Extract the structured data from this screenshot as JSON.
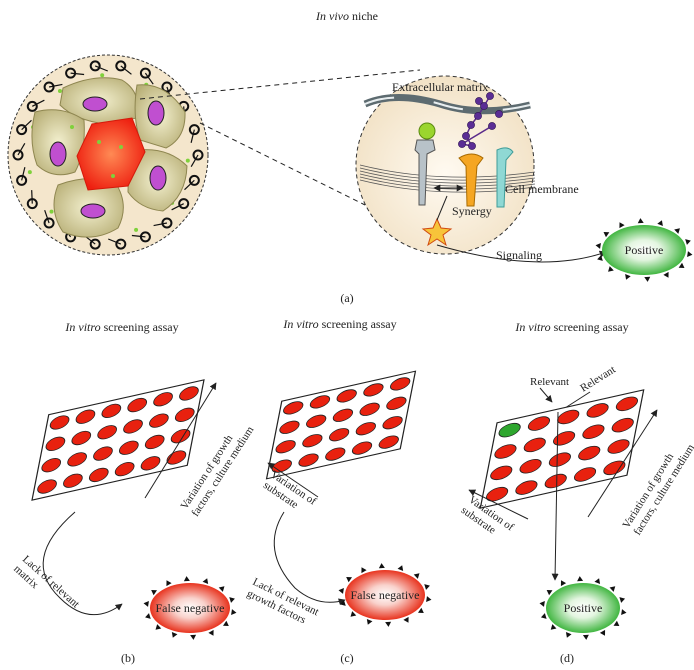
{
  "top": {
    "title_italic": "In vivo",
    "title_rest": " niche",
    "zoom": {
      "extracellular_matrix": "Extracellular matrix",
      "cell_membrane": "Cell membrane",
      "synergy": "Synergy",
      "signaling": "Signaling"
    },
    "outcome": "Positive",
    "panel_label": "(a)"
  },
  "panels": [
    {
      "title_italic": "In vitro",
      "title_rest": " screening assay",
      "axis_right": [
        "Variation of growth",
        "factors, culture medium"
      ],
      "missing": [
        "Lack of relevant",
        "matrix"
      ],
      "outcome": "False negative",
      "panel_label": "(b)"
    },
    {
      "title_italic": "In vitro",
      "title_rest": " screening assay",
      "axis_left": [
        "Variation of",
        "substrate"
      ],
      "missing": [
        "Lack of relevant",
        "growth factors"
      ],
      "outcome": "False negative",
      "panel_label": "(c)"
    },
    {
      "title_italic": "In vitro",
      "title_rest": " screening assay",
      "hit_left": "Relevant",
      "hit_right": "Relevant",
      "axis_left": [
        "Variation of",
        "substrate"
      ],
      "axis_right": [
        "Variation of growth",
        "factors, culture medium"
      ],
      "outcome": "Positive",
      "panel_label": "(d)"
    }
  ],
  "colors": {
    "well": "#e8210f",
    "hit_well": "#2ea62e",
    "niche_fill": "#f4e6cc",
    "positive_fill": "#41b641",
    "negative_fill": "#e8331e"
  }
}
